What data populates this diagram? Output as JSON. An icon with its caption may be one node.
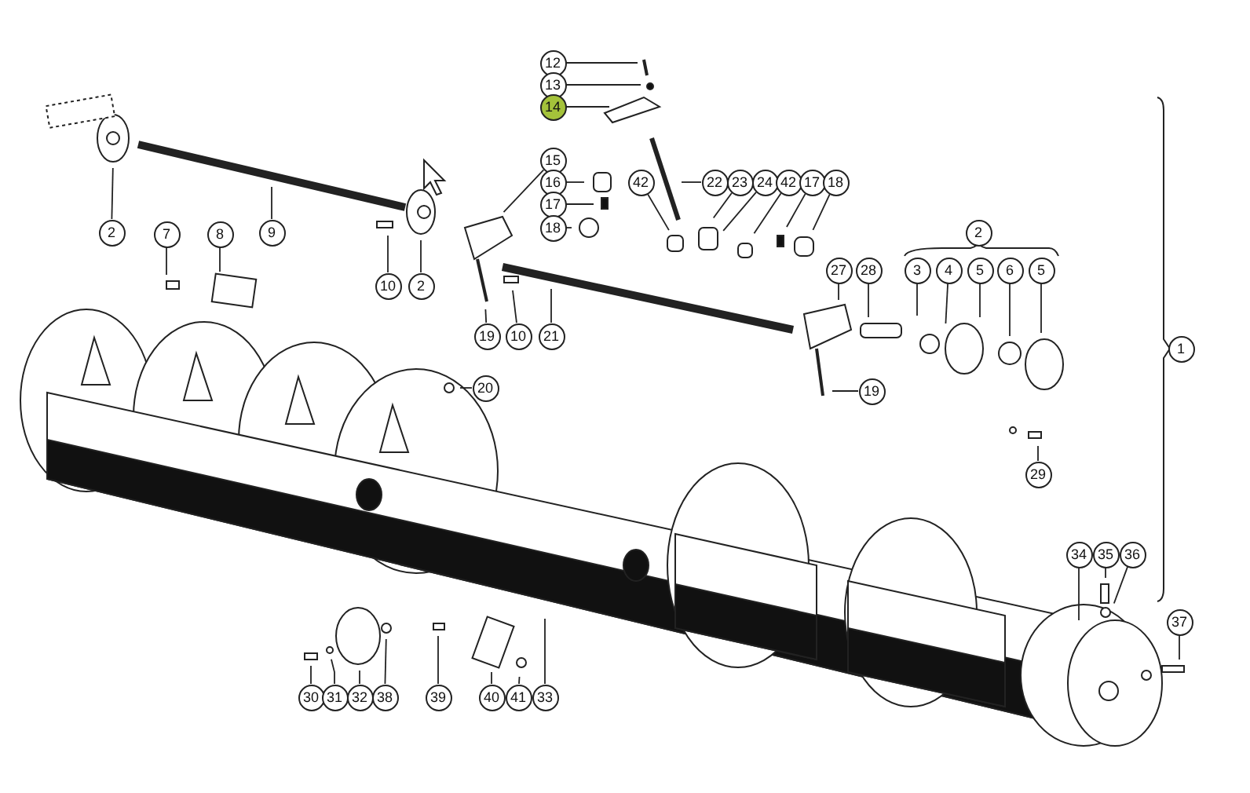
{
  "diagram": {
    "nodes": [
      {
        "text": [
          "12"
        ]
      },
      {
        "text": [
          "13"
        ]
      },
      {
        "text": [
          "14"
        ]
      },
      {
        "text": [
          "2"
        ]
      },
      {
        "text": [
          "9"
        ]
      },
      {
        "text": [
          "15"
        ]
      },
      {
        "text": [
          "16"
        ]
      },
      {
        "text": [
          "17"
        ]
      },
      {
        "text": [
          "18"
        ]
      },
      {
        "text": [
          "42"
        ]
      },
      {
        "text": [
          "22"
        ]
      },
      {
        "text": [
          "23"
        ]
      },
      {
        "text": [
          "24"
        ]
      },
      {
        "text": [
          "42"
        ]
      },
      {
        "text": [
          "17"
        ]
      },
      {
        "text": [
          "18"
        ]
      },
      {
        "text": [
          "7"
        ]
      },
      {
        "text": [
          "8"
        ]
      },
      {
        "text": [
          "10"
        ]
      },
      {
        "text": [
          "2"
        ]
      },
      {
        "text": [
          "27"
        ]
      },
      {
        "text": [
          "28"
        ]
      },
      {
        "text": [
          "3"
        ]
      },
      {
        "text": [
          "4"
        ]
      },
      {
        "text": [
          "5"
        ]
      },
      {
        "text": [
          "6"
        ]
      },
      {
        "text": [
          "5"
        ]
      },
      {
        "text": [
          "19"
        ]
      },
      {
        "text": [
          "10"
        ]
      },
      {
        "text": [
          "21"
        ]
      },
      {
        "text": [
          "20"
        ]
      },
      {
        "text": [
          "19"
        ]
      },
      {
        "text": [
          "29"
        ]
      },
      {
        "text": [
          "34"
        ]
      },
      {
        "text": [
          "35"
        ]
      },
      {
        "text": [
          "36"
        ]
      },
      {
        "text": [
          "37"
        ]
      },
      {
        "text": [
          "30"
        ]
      },
      {
        "text": [
          "31"
        ]
      },
      {
        "text": [
          "32"
        ]
      },
      {
        "text": [
          "38"
        ]
      },
      {
        "text": [
          "39"
        ]
      },
      {
        "text": [
          "40"
        ]
      },
      {
        "text": [
          "41"
        ]
      },
      {
        "text": [
          "33"
        ]
      },
      {
        "text": [
          "2"
        ]
      },
      {
        "text": [
          "1"
        ]
      }
    ],
    "edges": [
      {
        "from": 0,
        "to": null,
        "arrow": "none"
      },
      {
        "from": 1,
        "to": null,
        "arrow": "none"
      },
      {
        "from": 2,
        "to": null,
        "arrow": "none"
      },
      {
        "from": 3,
        "to": null,
        "arrow": "none"
      },
      {
        "from": 4,
        "to": null,
        "arrow": "none"
      },
      {
        "from": 5,
        "to": null,
        "arrow": "none"
      },
      {
        "from": 6,
        "to": null,
        "arrow": "none"
      },
      {
        "from": 7,
        "to": null,
        "arrow": "none"
      },
      {
        "from": 8,
        "to": null,
        "arrow": "none"
      },
      {
        "from": 9,
        "to": null,
        "arrow": "none"
      },
      {
        "from": 10,
        "to": null,
        "arrow": "none"
      },
      {
        "from": 11,
        "to": null,
        "arrow": "none"
      },
      {
        "from": 12,
        "to": null,
        "arrow": "none"
      },
      {
        "from": 13,
        "to": null,
        "arrow": "none"
      },
      {
        "from": 14,
        "to": null,
        "arrow": "none"
      },
      {
        "from": 15,
        "to": null,
        "arrow": "none"
      },
      {
        "from": 16,
        "to": null,
        "arrow": "none"
      },
      {
        "from": 17,
        "to": null,
        "arrow": "none"
      },
      {
        "from": 18,
        "to": null,
        "arrow": "none"
      },
      {
        "from": 19,
        "to": null,
        "arrow": "none"
      },
      {
        "from": 20,
        "to": null,
        "arrow": "none"
      },
      {
        "from": 21,
        "to": null,
        "arrow": "none"
      },
      {
        "from": 22,
        "to": null,
        "arrow": "none"
      },
      {
        "from": 23,
        "to": null,
        "arrow": "none"
      },
      {
        "from": 24,
        "to": null,
        "arrow": "none"
      },
      {
        "from": 25,
        "to": null,
        "arrow": "none"
      },
      {
        "from": 26,
        "to": null,
        "arrow": "none"
      },
      {
        "from": 27,
        "to": null,
        "arrow": "none"
      },
      {
        "from": 28,
        "to": null,
        "arrow": "none"
      },
      {
        "from": 29,
        "to": null,
        "arrow": "none"
      },
      {
        "from": 30,
        "to": null,
        "arrow": "none"
      },
      {
        "from": 31,
        "to": null,
        "arrow": "none"
      },
      {
        "from": 32,
        "to": null,
        "arrow": "none"
      },
      {
        "from": 33,
        "to": null,
        "arrow": "none"
      },
      {
        "from": 34,
        "to": null,
        "arrow": "none"
      },
      {
        "from": 35,
        "to": null,
        "arrow": "none"
      },
      {
        "from": 36,
        "to": null,
        "arrow": "none"
      },
      {
        "from": 37,
        "to": null,
        "arrow": "none"
      },
      {
        "from": 38,
        "to": null,
        "arrow": "none"
      },
      {
        "from": 39,
        "to": null,
        "arrow": "none"
      },
      {
        "from": 40,
        "to": null,
        "arrow": "none"
      },
      {
        "from": 41,
        "to": null,
        "arrow": "none"
      },
      {
        "from": 42,
        "to": null,
        "arrow": "none"
      },
      {
        "from": 43,
        "to": null,
        "arrow": "none"
      },
      {
        "from": 44,
        "to": null,
        "arrow": "none"
      }
    ]
  }
}
